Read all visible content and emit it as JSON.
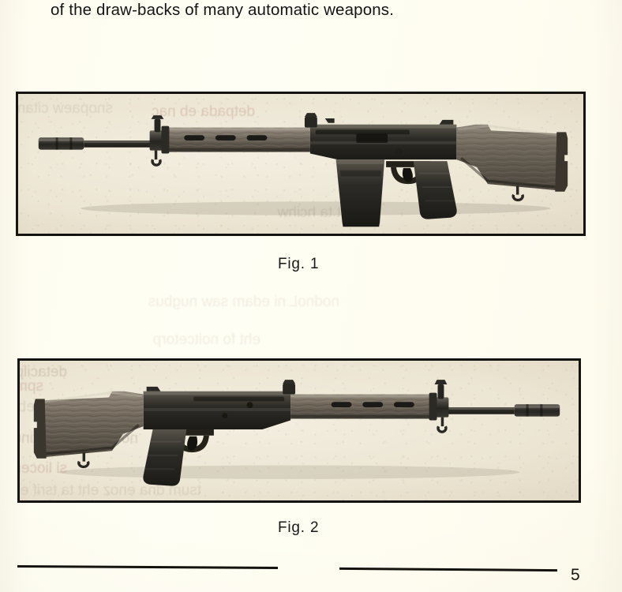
{
  "document": {
    "page_number": "5",
    "body_text": {
      "clipped_line_above": ", ,     ,",
      "line": "of the draw-backs of many automatic weapons."
    },
    "figures": [
      {
        "id": "figure-1",
        "caption": "Fig.  1",
        "subject": "self-loading battle rifle, right side view, magazine fitted, muzzle pointing left",
        "frame_color": "#15130f",
        "photo_background": "#efe9d9"
      },
      {
        "id": "figure-2",
        "caption": "Fig.  2",
        "subject": "self-loading battle rifle, left side view, no magazine, muzzle pointing right",
        "frame_color": "#15130f",
        "photo_background": "#efe9d9"
      }
    ],
    "bleed_through_text": [
      "reversed show-through text from the opposite page",
      "illegible mirrored print visible through the paper"
    ],
    "footer": {
      "rule_left": "",
      "rule_right": ""
    },
    "page_background": "#fffdf0",
    "ink_color": "#141414"
  }
}
